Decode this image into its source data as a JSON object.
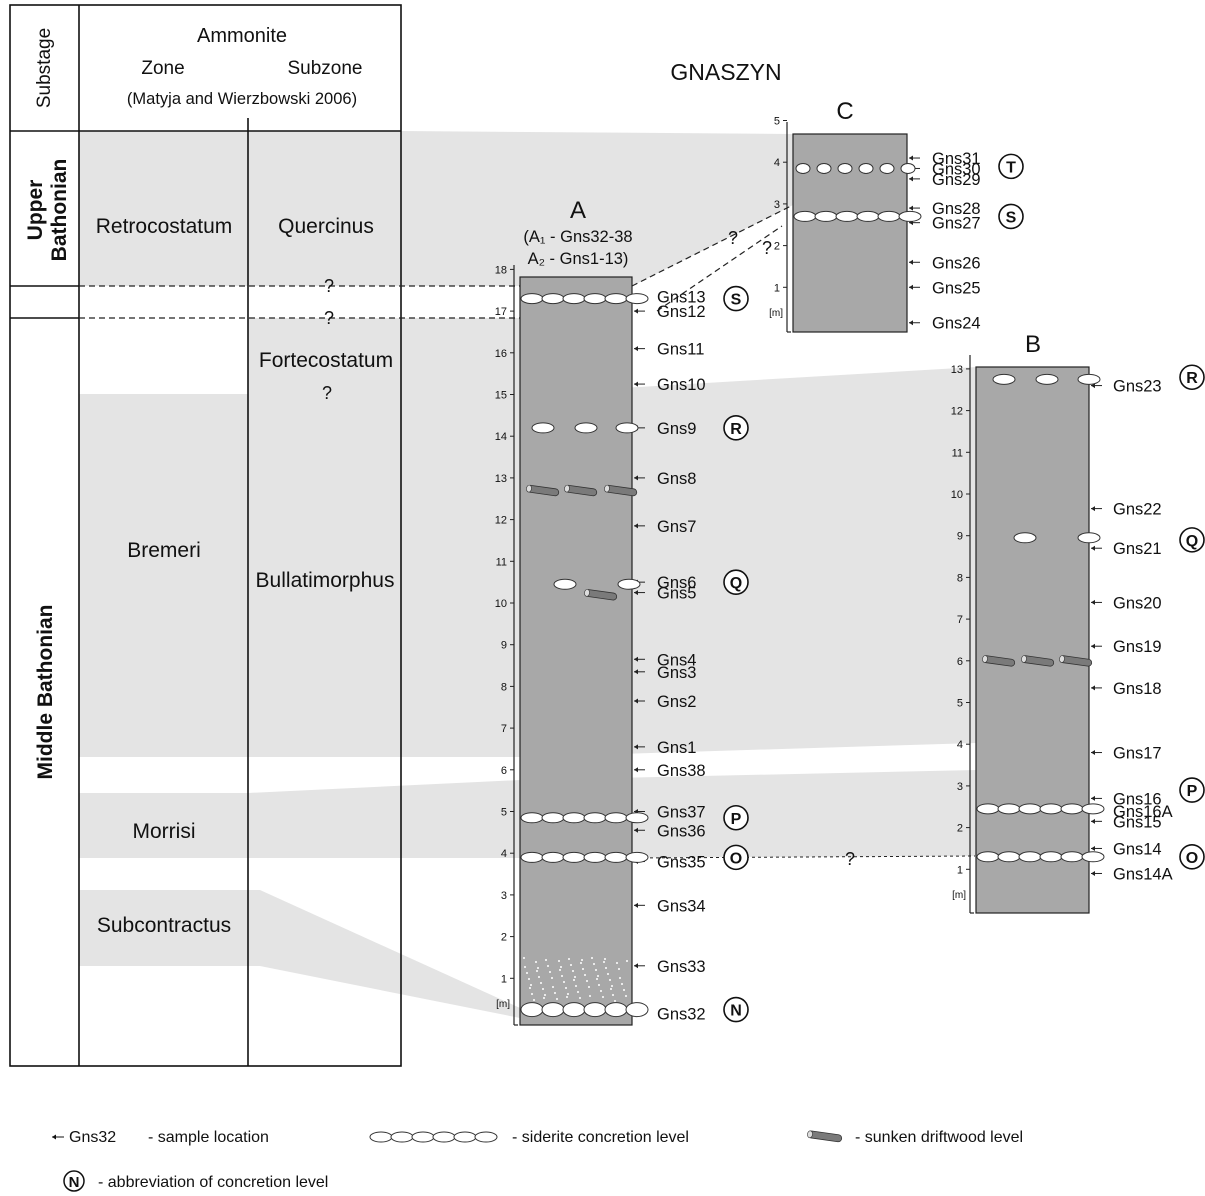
{
  "title": "GNASZYN",
  "table": {
    "header_substage": "Substage",
    "header_ammonite": "Ammonite",
    "header_zone": "Zone",
    "header_subzone": "Subzone",
    "header_source": "(Matyja and Wierzbowski 2006)",
    "substage_upper": [
      "Upper",
      "Bathonian"
    ],
    "substage_middle": "Middle Bathonian",
    "zones": [
      "Retrocostatum",
      "Bremeri",
      "Morrisi",
      "Subcontractus"
    ],
    "subzones": [
      "Quercinus",
      "Fortecostatum",
      "Bullatimorphus"
    ],
    "uncertain_mark": "?"
  },
  "sections": {
    "A": {
      "label": "A",
      "sub1": "(A₁ - Gns32-38",
      "sub2": "A₂ - Gns1-13)",
      "unit": "[m]",
      "scale_max_m": 18,
      "ticks": [
        "1",
        "2",
        "3",
        "4",
        "5",
        "6",
        "7",
        "8",
        "9",
        "10",
        "11",
        "12",
        "13",
        "14",
        "15",
        "16",
        "17",
        "18"
      ],
      "samples": [
        {
          "name": "Gns32",
          "m": 0.15
        },
        {
          "name": "Gns33",
          "m": 1.3
        },
        {
          "name": "Gns34",
          "m": 2.75
        },
        {
          "name": "Gns35",
          "m": 3.8
        },
        {
          "name": "Gns36",
          "m": 4.55
        },
        {
          "name": "Gns37",
          "m": 5.0
        },
        {
          "name": "Gns38",
          "m": 6.0
        },
        {
          "name": "Gns1",
          "m": 6.55
        },
        {
          "name": "Gns2",
          "m": 7.65
        },
        {
          "name": "Gns3",
          "m": 8.35
        },
        {
          "name": "Gns4",
          "m": 8.65
        },
        {
          "name": "Gns5",
          "m": 10.25
        },
        {
          "name": "Gns6",
          "m": 10.5
        },
        {
          "name": "Gns7",
          "m": 11.85
        },
        {
          "name": "Gns8",
          "m": 13.0
        },
        {
          "name": "Gns9",
          "m": 14.2
        },
        {
          "name": "Gns10",
          "m": 15.25
        },
        {
          "name": "Gns11",
          "m": 16.1
        },
        {
          "name": "Gns12",
          "m": 17.0
        },
        {
          "name": "Gns13",
          "m": 17.35
        }
      ],
      "levels": [
        {
          "abbr": "N",
          "m": 0.25
        },
        {
          "abbr": "O",
          "m": 3.9
        },
        {
          "abbr": "P",
          "m": 4.85
        },
        {
          "abbr": "Q",
          "m": 10.5
        },
        {
          "abbr": "R",
          "m": 14.2
        },
        {
          "abbr": "S",
          "m": 17.3
        }
      ]
    },
    "B": {
      "label": "B",
      "unit": "[m]",
      "scale_max_m": 13,
      "ticks": [
        "1",
        "2",
        "3",
        "4",
        "5",
        "6",
        "7",
        "8",
        "9",
        "10",
        "11",
        "12",
        "13"
      ],
      "samples": [
        {
          "name": "Gns14A",
          "m": 0.9
        },
        {
          "name": "Gns14",
          "m": 1.5
        },
        {
          "name": "Gns15",
          "m": 2.15
        },
        {
          "name": "Gns16A",
          "m": 2.4
        },
        {
          "name": "Gns16",
          "m": 2.7
        },
        {
          "name": "Gns17",
          "m": 3.8
        },
        {
          "name": "Gns18",
          "m": 5.35
        },
        {
          "name": "Gns19",
          "m": 6.35
        },
        {
          "name": "Gns20",
          "m": 7.4
        },
        {
          "name": "Gns21",
          "m": 8.7
        },
        {
          "name": "Gns22",
          "m": 9.65
        },
        {
          "name": "Gns23",
          "m": 12.6
        }
      ],
      "levels": [
        {
          "abbr": "O",
          "m": 1.3
        },
        {
          "abbr": "P",
          "m": 2.9
        },
        {
          "abbr": "Q",
          "m": 8.9
        },
        {
          "abbr": "R",
          "m": 12.8
        }
      ]
    },
    "C": {
      "label": "C",
      "unit": "[m]",
      "scale_max_m": 5,
      "ticks": [
        "1",
        "2",
        "3",
        "4",
        "5"
      ],
      "samples": [
        {
          "name": "Gns24",
          "m": 0.15
        },
        {
          "name": "Gns25",
          "m": 1.0
        },
        {
          "name": "Gns26",
          "m": 1.6
        },
        {
          "name": "Gns27",
          "m": 2.55
        },
        {
          "name": "Gns28",
          "m": 2.9
        },
        {
          "name": "Gns29",
          "m": 3.6
        },
        {
          "name": "Gns30",
          "m": 3.85
        },
        {
          "name": "Gns31",
          "m": 4.1
        }
      ],
      "levels": [
        {
          "abbr": "S",
          "m": 2.7
        },
        {
          "abbr": "T",
          "m": 3.9
        }
      ]
    }
  },
  "legend": {
    "sample_example": "Gns32",
    "sample_text": "- sample location",
    "siderite_text": "- siderite concretion level",
    "driftwood_text": "- sunken driftwood level",
    "abbr_example": "N",
    "abbr_text": "- abbreviation of concretion level"
  },
  "colors": {
    "shade": "#e4e4e4",
    "column": "#a8a8a8",
    "line": "#111111",
    "concretion": "#ffffff",
    "driftwood": "#7a7a7a"
  }
}
